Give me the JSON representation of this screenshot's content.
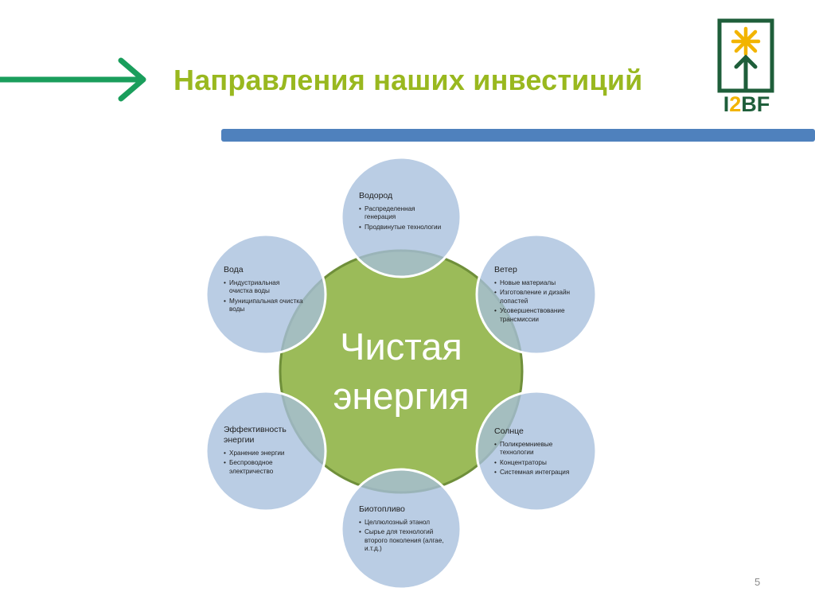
{
  "header": {
    "title": "Направления наших инвестиций",
    "arrow_icon": "right-arrow-icon",
    "arrow_color": "#1a9e5c",
    "title_color": "#99b81f",
    "divider_color": "#4f81bd"
  },
  "logo": {
    "icon": "sprout-star-icon",
    "prefix": "I",
    "highlight": "2",
    "suffix": "BF",
    "colors": {
      "frame": "#1e5e3a",
      "star": "#f2b400"
    }
  },
  "diagram": {
    "center": {
      "line1": "Чистая",
      "line2": "энергия",
      "fill": "#9bbb59",
      "stroke": "#6f8f3a"
    },
    "satellite_fill": "#a7bfdc",
    "satellites": [
      {
        "title": "Водород",
        "items": [
          "Распределенная генерация",
          "Продвинутые технологии"
        ]
      },
      {
        "title": "Ветер",
        "items": [
          "Новые материалы",
          "Изготовление и дизайн лопастей",
          "Усовершенствование трансмиссии"
        ]
      },
      {
        "title": "Солнце",
        "items": [
          " Поликремниевые технологии",
          "Концентраторы",
          "Системная интеграция"
        ]
      },
      {
        "title": "Биотопливо",
        "items": [
          "Целлюлозный этанол",
          "Сырье для технологий второго поколения (алгае, и.т.д.)"
        ]
      },
      {
        "title": "Эффективность энергии",
        "items": [
          " Хранение энергии",
          " Беспроводное электричество"
        ]
      },
      {
        "title": "Вода",
        "items": [
          "Индустриальная очистка воды",
          "Муниципальная очистка воды"
        ]
      }
    ]
  },
  "footer": {
    "page_number": "5"
  }
}
